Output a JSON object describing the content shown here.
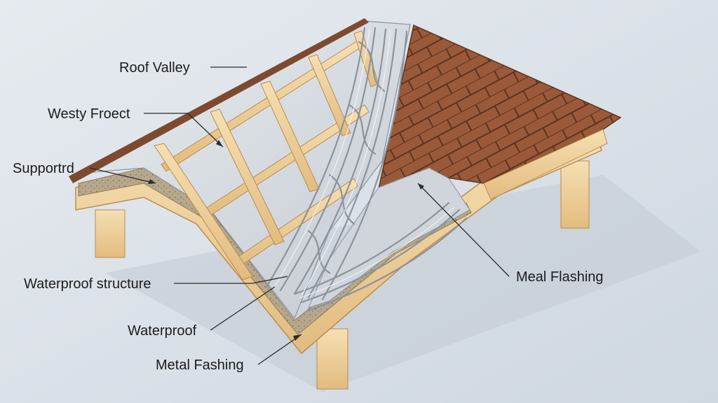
{
  "labels": {
    "roof_valley": "Roof Valley",
    "westy_froect": "Westy Froect",
    "supportrd": "Supportrd",
    "waterproof_structure": "Waterproof structure",
    "waterproof": "Waterproof",
    "metal_fashing": "Metal Fashing",
    "meal_flashing": "Meal Flashing"
  },
  "colors": {
    "background": "#dde3e9",
    "timber": "#f0d3a0",
    "timber_edge": "#b98c4f",
    "underlayment": "#d8dde3",
    "shingle": "#9a5a3a",
    "shingle_line": "#5d3320",
    "fiber": "#c9ced4"
  }
}
